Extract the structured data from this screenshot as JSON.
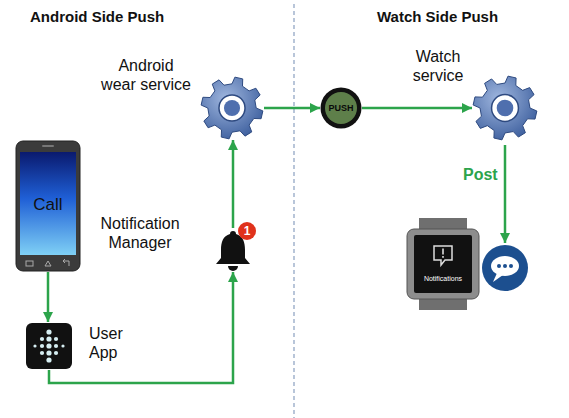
{
  "diagram": {
    "nodes": [
      {
        "text": [
          "Call"
        ]
      },
      {
        "text": [
          "User App"
        ]
      },
      {
        "text": [
          "Notification Manager"
        ]
      },
      {
        "text": [
          "1"
        ],
        "in": 2
      },
      {
        "text": [
          "Android wear service"
        ]
      },
      {
        "text": [
          "PUSH"
        ]
      },
      {
        "text": [
          "Watch service"
        ]
      },
      {
        "text": [
          "Notifications"
        ]
      }
    ],
    "edges": [
      {
        "from": 0,
        "to": 1,
        "arrow": "to"
      },
      {
        "from": 1,
        "to": 2,
        "arrow": "to"
      },
      {
        "from": 2,
        "to": 4,
        "arrow": "to"
      },
      {
        "from": 4,
        "to": 5,
        "arrow": "to"
      },
      {
        "from": 5,
        "to": 6,
        "arrow": "to"
      }
    ],
    "labels": [
      "Android Side Push",
      "Watch Side Push",
      "Post"
    ]
  }
}
